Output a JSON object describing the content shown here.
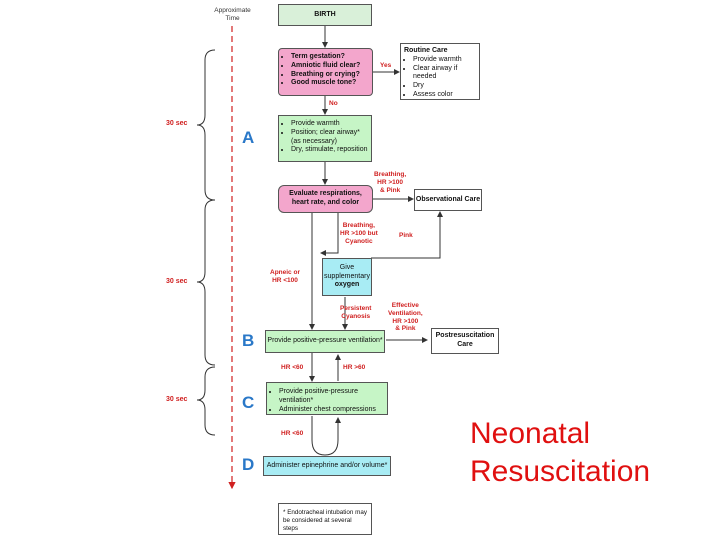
{
  "approx_time": {
    "line1": "Approximate",
    "line2": "Time"
  },
  "birth": "BIRTH",
  "assessment": [
    "Term gestation?",
    "Amniotic fluid clear?",
    "Breathing or crying?",
    "Good muscle tone?"
  ],
  "yes_label": "Yes",
  "no_label": "No",
  "routine_care": {
    "title": "Routine Care",
    "items": [
      "Provide warmth",
      "Clear airway if needed",
      "Dry",
      "Assess color"
    ]
  },
  "step_a": {
    "items": [
      "Provide warmth",
      "Position; clear airway*",
      "(as necessary)",
      "Dry, stimulate, reposition"
    ]
  },
  "evaluate": {
    "line1": "Evaluate respirations,",
    "line2": "heart rate, and color"
  },
  "observational_care": "Observational Care",
  "breathing_pink": {
    "line1": "Breathing,",
    "line2": "HR >100",
    "line3": "& Pink"
  },
  "breathing_cyanotic": {
    "line1": "Breathing,",
    "line2": "HR >100 but",
    "line3": "Cyanotic"
  },
  "pink_label": "Pink",
  "apneic": {
    "line1": "Apneic or",
    "line2": "HR <100"
  },
  "oxygen": {
    "line1": "Give",
    "line2": "supplementary",
    "line3": "oxygen"
  },
  "persistent": {
    "line1": "Persistent",
    "line2": "Cyanosis"
  },
  "effective": {
    "line1": "Effective",
    "line2": "Ventilation,",
    "line3": "HR >100",
    "line4": "& Pink"
  },
  "ppv": "Provide positive-pressure ventilation*",
  "postresuscitation": {
    "line1": "Postresuscitation",
    "line2": "Care"
  },
  "hr_lt60": "HR <60",
  "hr_gt60": "HR >60",
  "step_c": {
    "items": [
      "Provide positive-pressure ventilation*",
      "Administer chest compressions"
    ]
  },
  "hr_lt60_d": "HR <60",
  "step_d": "Administer epinephrine and/or volume*",
  "footnote": {
    "line1": "* Endotracheal intubation may",
    "line2": "be considered at several steps"
  },
  "times": [
    "30 sec",
    "30 sec",
    "30 sec"
  ],
  "steps": [
    "A",
    "B",
    "C",
    "D"
  ],
  "title": {
    "line1": "Neonatal",
    "line2": "Resuscitation"
  },
  "colors": {
    "red_label": "#d02020",
    "step_blue": "#2a78c8",
    "pink_box": "#f3a6cc",
    "green_box": "#c6f5c6",
    "cyan_box": "#a8ecf4",
    "title_red": "#e01010"
  }
}
